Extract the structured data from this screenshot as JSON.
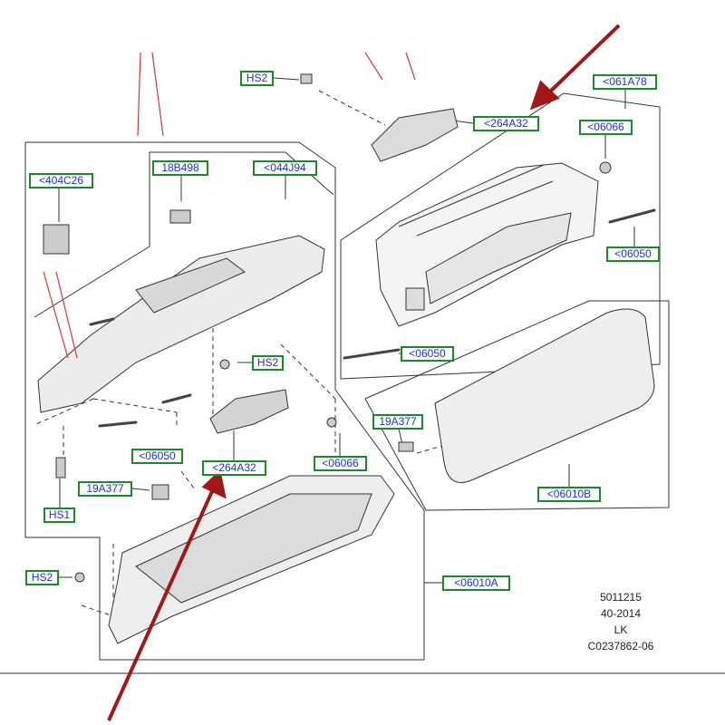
{
  "callouts": {
    "hs2_top": "HS2",
    "c264a32_top": "<264A32",
    "c061a78": "<061A78",
    "c06066_right": "<06066",
    "c06050_right": "<06050",
    "c06050_mid": "<06050",
    "c404c26": "<404C26",
    "c18b498": "18B498",
    "c044j94": "<044J94",
    "hs2_mid": "HS2",
    "c06050_left": "<06050",
    "c264a32_mid": "<264A32",
    "c06066_mid": "<06066",
    "c19a377_right": "19A377",
    "c06010b": "<06010B",
    "c19a377_left": "19A377",
    "hs1": "HS1",
    "hs2_left": "HS2",
    "c06010a": "<06010A"
  },
  "info": {
    "line1": "5011215",
    "line2": "40-2014",
    "line3": "LK",
    "line4": "C0237862-06"
  },
  "colors": {
    "callout_border": "#1b8a2b",
    "callout_text": "#1a33d6",
    "arrow": "#a01818",
    "line": "#333333"
  }
}
